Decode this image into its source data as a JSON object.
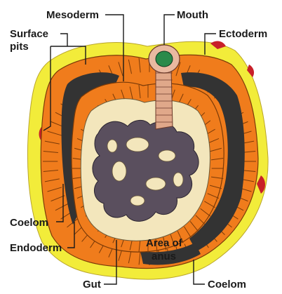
{
  "labels": {
    "mesoderm": "Mesoderm",
    "mouth": "Mouth",
    "surface_pits_line1": "Surface",
    "surface_pits_line2": "pits",
    "ectoderm": "Ectoderm",
    "coelom_left": "Coelom",
    "endoderm": "Endoderm",
    "area_of_anus_line1": "Area of",
    "area_of_anus_line2": "anus",
    "gut": "Gut",
    "coelom_bottom": "Coelom"
  },
  "colors": {
    "ectoderm": "#f07c1c",
    "surface_layer": "#f2ec3a",
    "surface_pits": "#c8202a",
    "coelom": "#333333",
    "gut_lumen": "#5a4f5e",
    "endoderm": "#f3e6bc",
    "mouth": "#2a8a4a"
  }
}
